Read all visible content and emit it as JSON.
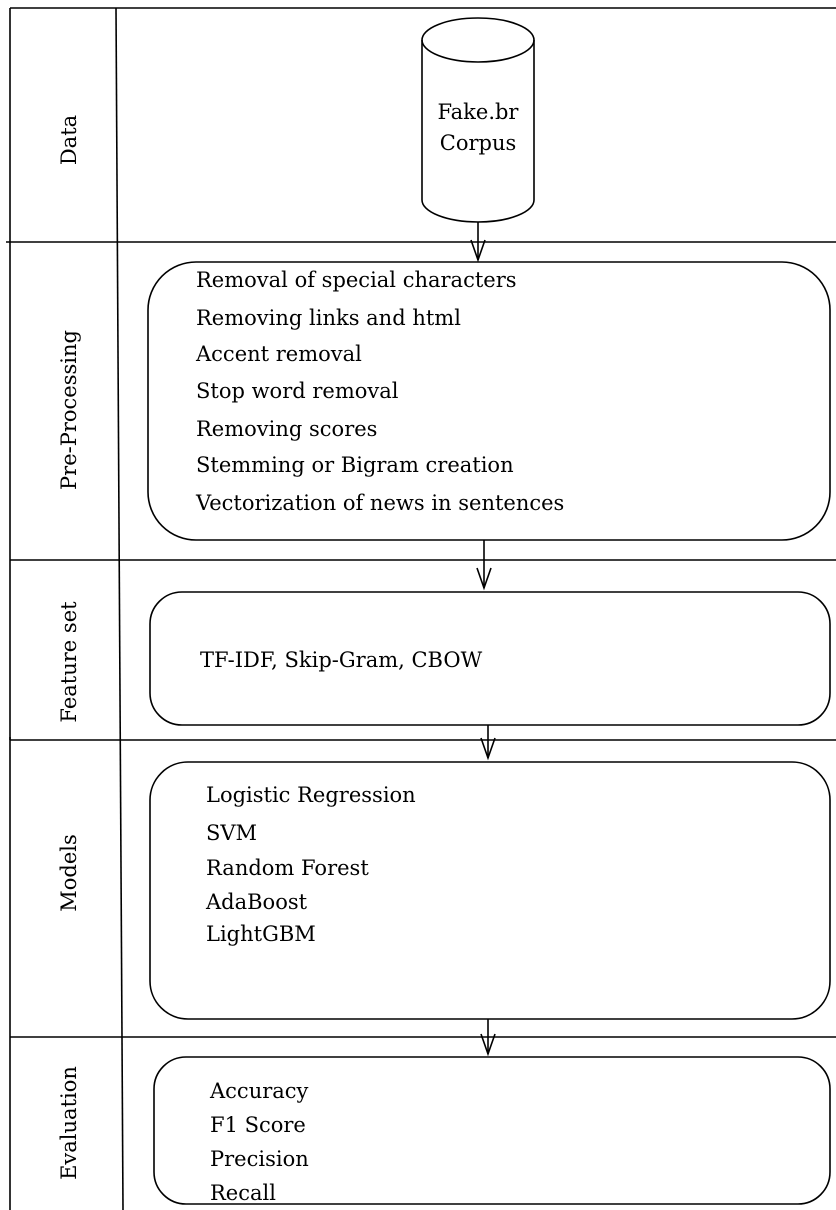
{
  "lanes": [
    {
      "label": "Data"
    },
    {
      "label": "Pre-Processing"
    },
    {
      "label": "Feature set"
    },
    {
      "label": "Models"
    },
    {
      "label": "Evaluation"
    }
  ],
  "database": {
    "lines": [
      "Fake.br",
      "Corpus"
    ]
  },
  "preprocessing": {
    "items": [
      "Removal of special characters",
      "Removing links and html",
      "Accent removal",
      "Stop word removal",
      "Removing scores",
      "Stemming or Bigram creation",
      "Vectorization of news in sentences"
    ]
  },
  "feature_set": {
    "items": [
      "TF-IDF, Skip-Gram, CBOW"
    ]
  },
  "models": {
    "items": [
      "Logistic Regression",
      "SVM",
      "Random Forest",
      "AdaBoost",
      "LightGBM"
    ]
  },
  "evaluation": {
    "items": [
      "Accuracy",
      "F1 Score",
      "Precision",
      "Recall"
    ]
  }
}
